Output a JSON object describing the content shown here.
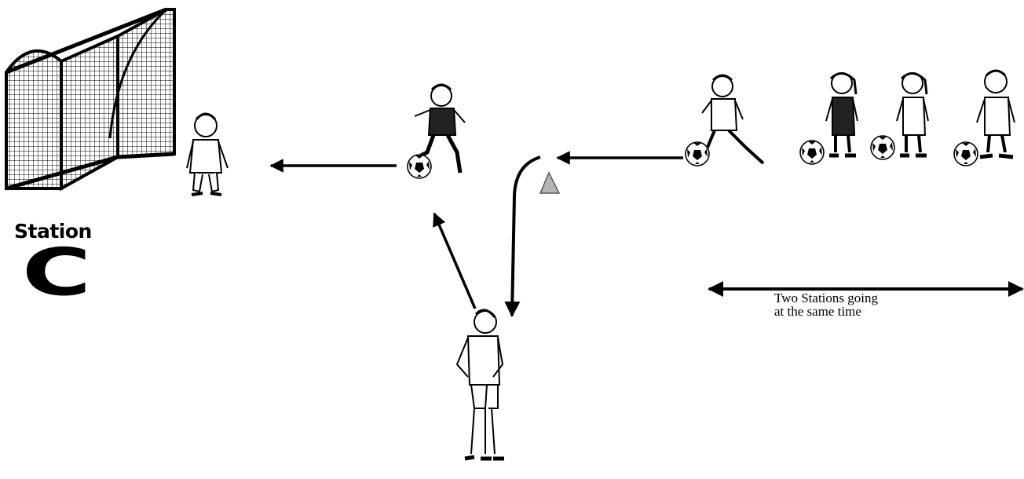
{
  "station": {
    "title": "Station",
    "letter": "C"
  },
  "note": "Two Stations going\nat the same time",
  "icons": {
    "goal": "goal-net-icon",
    "goalkeeper": "goalkeeper-icon",
    "dribbler": "dribbling-player-icon",
    "passer": "passing-player-icon",
    "cone": "cone-icon",
    "queue": "waiting-player-icon",
    "ball": "soccer-ball-icon"
  },
  "colors": {
    "ink": "#000000",
    "cone": "#b5b5b5",
    "background": "#ffffff"
  }
}
